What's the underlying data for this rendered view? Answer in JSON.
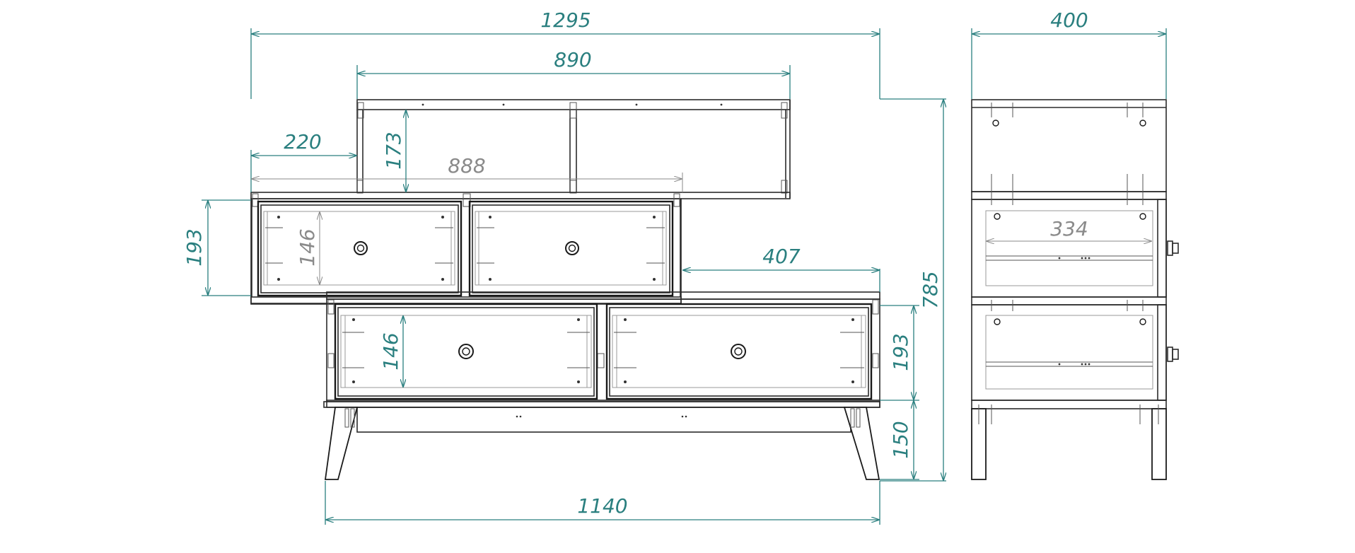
{
  "dimensions": {
    "overall_width": "1295",
    "shelf_width": "890",
    "shelf_offset": "220",
    "shelf_height": "173",
    "middle_width": "888",
    "middle_height": "193",
    "middle_drawer_height": "146",
    "lower_offset": "407",
    "lower_height": "193",
    "lower_drawer_height": "146",
    "leg_height": "150",
    "base_width": "1140",
    "total_height": "785",
    "depth": "400",
    "side_drawer_depth": "334"
  },
  "colors": {
    "dimension": "#2a7f7f",
    "outline": "#1a1a1a",
    "inner_detail": "#9a9a9a"
  }
}
